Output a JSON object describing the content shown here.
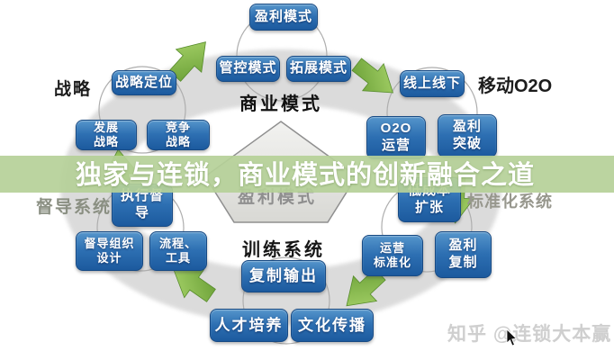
{
  "banner": {
    "text": "独家与连锁，商业模式的创新融合之道"
  },
  "labels": {
    "strategy": "战略",
    "business_model": "商业模式",
    "mobile_o2o": "移动O2O",
    "supervision_system": "督导系统",
    "standardization_system": "标准化系统",
    "training_system": "训练系统",
    "pentagon_center": "盈利模式"
  },
  "boxes": {
    "profit_model": {
      "lines": [
        "盈利模式"
      ]
    },
    "control_model": {
      "lines": [
        "管控模式"
      ]
    },
    "expansion_model": {
      "lines": [
        "拓展模式"
      ]
    },
    "strategy_positioning": {
      "lines": [
        "战略定位"
      ]
    },
    "development_strategy": {
      "lines": [
        "发展",
        "战略"
      ]
    },
    "competition_strategy": {
      "lines": [
        "竞争",
        "战略"
      ]
    },
    "online_offline": {
      "lines": [
        "线上线下"
      ]
    },
    "o2o_operation": {
      "lines": [
        "O2O",
        "运营"
      ]
    },
    "profit_breakthrough": {
      "lines": [
        "盈利",
        "突破"
      ]
    },
    "execution_supervision": {
      "lines": [
        "执行督",
        "导"
      ]
    },
    "low_cost_expansion": {
      "lines": [
        "低成本",
        "扩张"
      ]
    },
    "supervision_org_design": {
      "lines": [
        "督导组织",
        "设计"
      ]
    },
    "process_tools": {
      "lines": [
        "流程、",
        "工具"
      ]
    },
    "operation_standardization": {
      "lines": [
        "运营",
        "标准化"
      ]
    },
    "profit_replication": {
      "lines": [
        "盈利",
        "复制"
      ]
    },
    "replication_output": {
      "lines": [
        "复制输出"
      ]
    },
    "talent_training": {
      "lines": [
        "人才培养"
      ]
    },
    "culture_spread": {
      "lines": [
        "文化传播"
      ]
    }
  },
  "watermark": {
    "text": "知乎 @连锁大本赢"
  },
  "colors": {
    "node_blue": "#2d6fb2",
    "banner_green": "#b5d098",
    "arrow_green": "#7fb544",
    "ring_gray": "#d6d6d6"
  }
}
